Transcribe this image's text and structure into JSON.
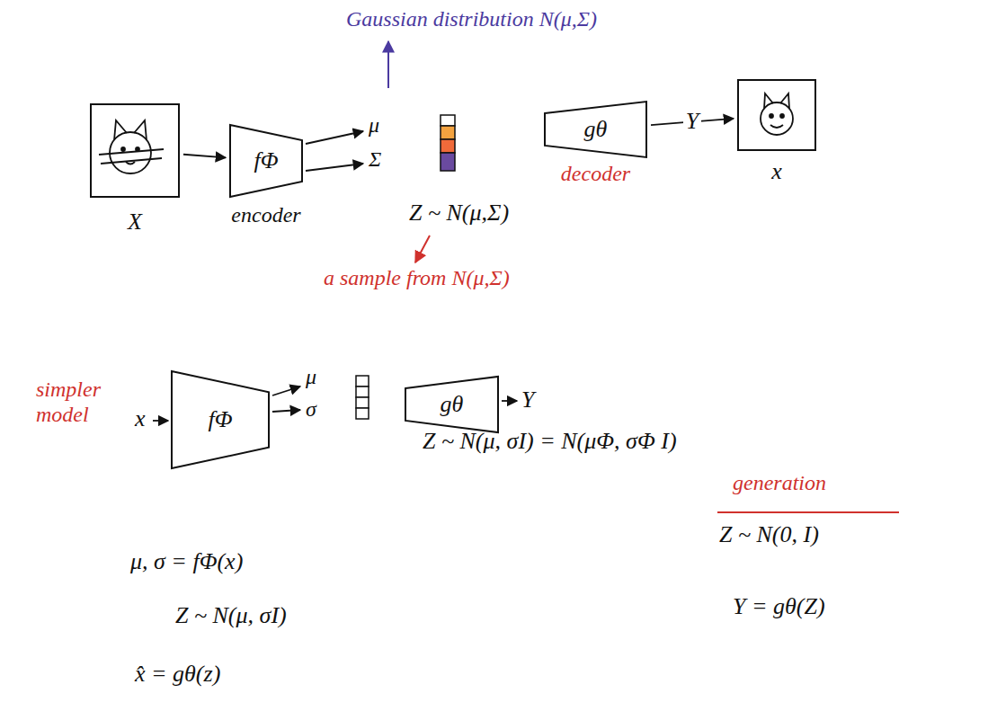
{
  "diagram": {
    "nodes": [
      {
        "text": [
          "X"
        ]
      },
      {
        "text": [
          "fΦ",
          "encoder"
        ]
      },
      {
        "text": [
          "gθ",
          "decoder"
        ]
      },
      {
        "text": [
          "x"
        ]
      },
      {
        "text": [
          "fΦ"
        ]
      },
      {
        "text": [
          "gθ"
        ]
      }
    ],
    "edges": [
      {
        "from": 0,
        "to": 1,
        "arrow": "to"
      },
      {
        "from": 2,
        "to": 3,
        "arrow": "to",
        "label": "Y"
      }
    ],
    "labels": [
      "Gaussian distribution N(μ,Σ)",
      "μ",
      "Σ",
      "Z ~ N(μ,Σ)",
      "a sample from N(μ,Σ)",
      "simpler model",
      "x",
      "μ",
      "σ",
      "Y",
      "Z ~ N(μ, σI) = N(μΦ, σΦ I)",
      "generation",
      "Z ~ N(0, I)",
      "Y = gθ(Z)",
      "μ, σ = fΦ(x)",
      "Z ~ N(μ, σI)",
      "x̂ = gθ(z)"
    ]
  }
}
